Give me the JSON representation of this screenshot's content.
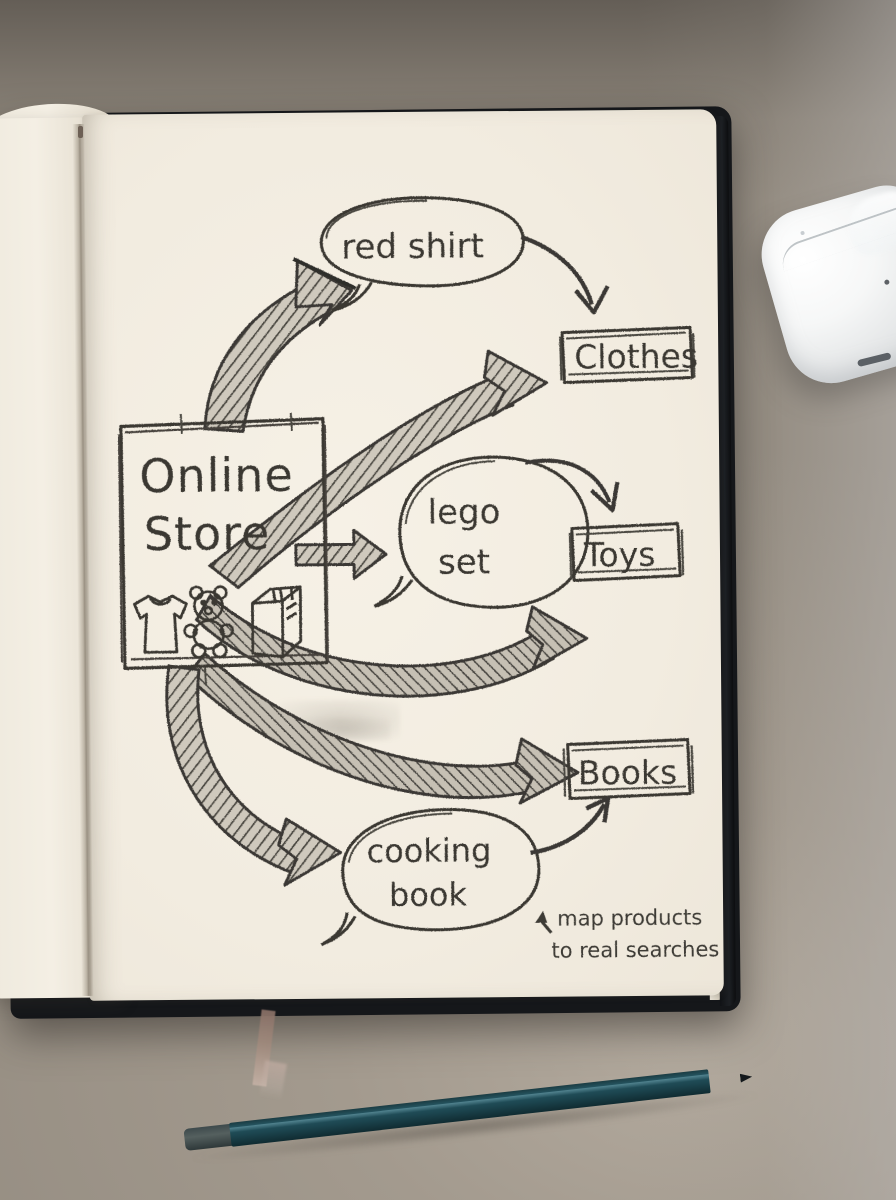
{
  "scene": {
    "description": "Hand-drawn pencil diagram in an open notebook on a desk",
    "surface_color": "#a39a8e",
    "page_color": "#f2ece0",
    "pencil_color": "#1c454f",
    "ink_color": "#3a3833"
  },
  "diagram": {
    "title": "Online Store",
    "source_node": {
      "label_line1": "Online",
      "label_line2": "Store",
      "icons": [
        "tshirt-icon",
        "teddy-bear-icon",
        "book-icon"
      ]
    },
    "search_bubbles": [
      {
        "id": "red-shirt",
        "label": "red shirt",
        "shape": "speech-bubble"
      },
      {
        "id": "lego-set",
        "label_line1": "lego",
        "label_line2": "set",
        "label": "lego set",
        "shape": "speech-bubble"
      },
      {
        "id": "cooking-book",
        "label_line1": "cooking",
        "label_line2": "book",
        "label": "cooking book",
        "shape": "speech-bubble"
      }
    ],
    "category_boxes": [
      {
        "id": "clothes",
        "label": "Clothes"
      },
      {
        "id": "toys",
        "label": "Toys"
      },
      {
        "id": "books",
        "label": "Books"
      }
    ],
    "thick_arrows": [
      {
        "from": "Online Store",
        "to": "red shirt"
      },
      {
        "from": "Online Store",
        "to": "Clothes"
      },
      {
        "from": "Online Store",
        "to": "lego set"
      },
      {
        "from": "Online Store",
        "to": "Toys"
      },
      {
        "from": "Online Store",
        "to": "Books"
      },
      {
        "from": "Online Store",
        "to": "cooking book"
      }
    ],
    "thin_arrows": [
      {
        "from": "red shirt",
        "to": "Clothes"
      },
      {
        "from": "lego set",
        "to": "Toys"
      },
      {
        "from": "cooking book",
        "to": "Books"
      }
    ],
    "annotation": {
      "marker": "arrow-glyph",
      "line1": "map products",
      "line2": "to real searches"
    }
  },
  "objects": [
    {
      "id": "airpods-case",
      "name": "AirPods charging case",
      "color": "#f6f7f7"
    },
    {
      "id": "pencil",
      "name": "Pencil",
      "color": "#1c454f"
    },
    {
      "id": "bookmark-ribbon",
      "name": "Bookmark ribbon",
      "color": "#a08a7d"
    }
  ]
}
